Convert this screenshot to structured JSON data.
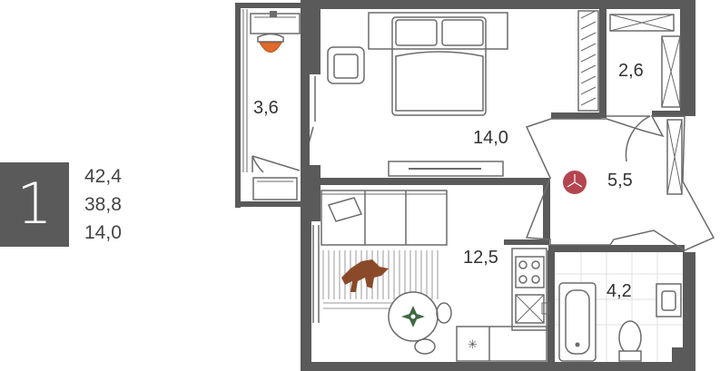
{
  "apartment": {
    "rooms_count": "1",
    "areas": [
      "42,4",
      "38,8",
      "14,0"
    ]
  },
  "room_labels": {
    "balcony": "3,6",
    "bedroom": "14,0",
    "storage": "2,6",
    "hall": "5,5",
    "kitchen": "12,5",
    "bathroom": "4,2"
  },
  "colors": {
    "wall": "#5a5a5a",
    "line": "#6b6b6b",
    "accent_chair": "#e06a2c",
    "hall_icon": "#b4454f",
    "pet": "#8a4a2a",
    "plant": "#3f6a44",
    "tile": "#e2e2e2"
  }
}
